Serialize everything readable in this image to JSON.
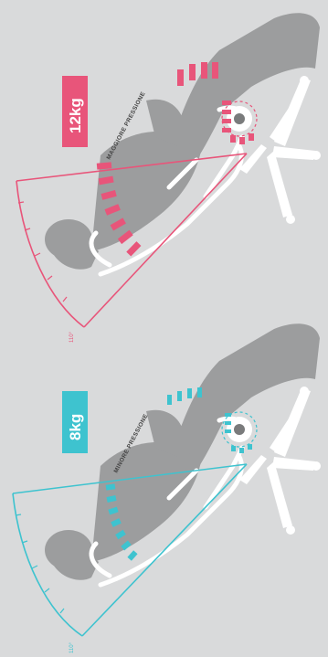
{
  "panels": [
    {
      "weight": "12kg",
      "arc_caption": "MAGGIORE PRESSIONE",
      "angle_label": "110°",
      "accent": "#e8557a"
    },
    {
      "weight": "8kg",
      "arc_caption": "MINORE PRESSIONE",
      "angle_label": "110°",
      "accent": "#3ec3cf"
    }
  ],
  "colors": {
    "background": "#d9dadb",
    "silhouette": "#9d9e9f",
    "chair_outline": "#ffffff"
  }
}
